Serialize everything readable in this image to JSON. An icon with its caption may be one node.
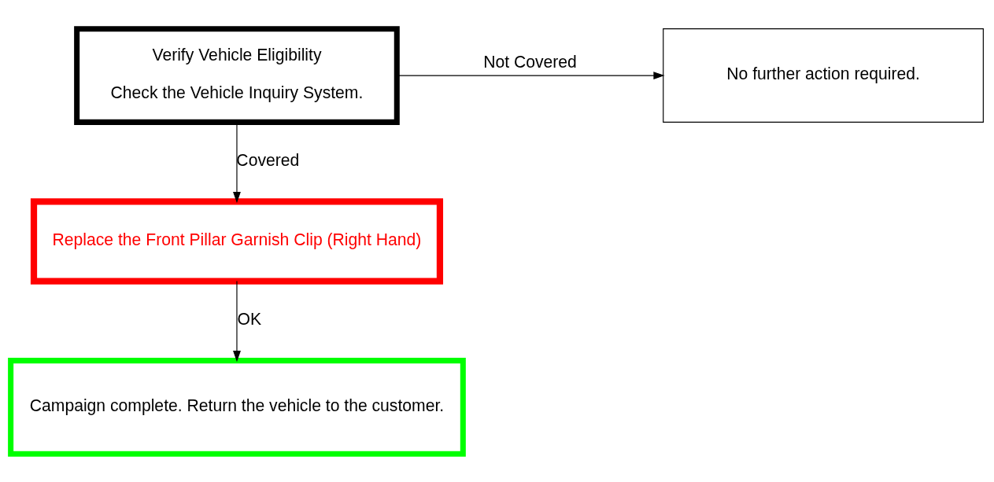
{
  "diagram": {
    "nodes": [
      {
        "text": [
          "Verify Vehicle Eligibility",
          "Check the Vehicle Inquiry System."
        ]
      },
      {
        "text": [
          "No further action required."
        ]
      },
      {
        "text": [
          "Replace the Front Pillar Garnish Clip (Right Hand)"
        ]
      },
      {
        "text": [
          "Campaign complete. Return the vehicle to the customer."
        ]
      }
    ],
    "edges": [
      {
        "from": 0,
        "to": 1,
        "arrow": "to",
        "label": "Not Covered"
      },
      {
        "from": 0,
        "to": 2,
        "arrow": "to",
        "label": "Covered"
      },
      {
        "from": 2,
        "to": 3,
        "arrow": "to",
        "label": "OK"
      }
    ]
  }
}
